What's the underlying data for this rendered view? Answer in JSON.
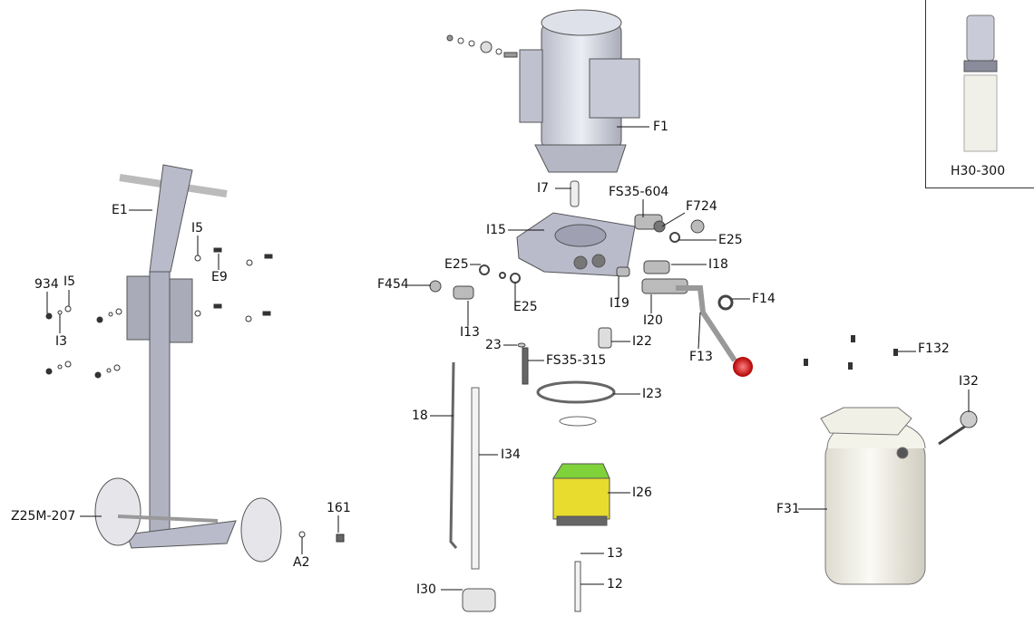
{
  "diagram": {
    "type": "exploded-parts-diagram",
    "labels": [
      "F1",
      "I7",
      "FS35-604",
      "F724",
      "E25",
      "I15",
      "E25",
      "F454",
      "I13",
      "E25",
      "I19",
      "I18",
      "I20",
      "F14",
      "F13",
      "I22",
      "23",
      "FS35-315",
      "I23",
      "18",
      "I34",
      "I26",
      "13",
      "12",
      "I30",
      "F132",
      "I32",
      "F31",
      "E1",
      "I5",
      "E9",
      "934",
      "I5",
      "I3",
      "Z25M-207",
      "161",
      "A2"
    ],
    "inset_label": "H30-300",
    "colors": {
      "part": "#c9cbd8",
      "tank": "#efeee4",
      "gear_pump_top": "#7fd23a",
      "gear_pump_body": "#e8dc2e",
      "knob": "#d81010"
    }
  }
}
